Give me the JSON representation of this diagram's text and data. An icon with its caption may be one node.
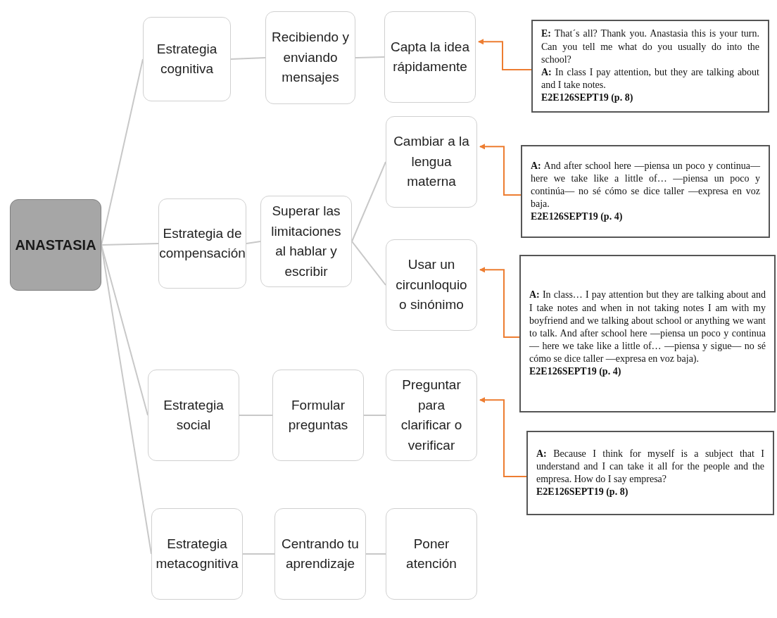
{
  "diagram": {
    "nodes": [
      {
        "text": [
          "ANASTASIA"
        ]
      },
      {
        "text": [
          "Estrategia cognitiva"
        ]
      },
      {
        "text": [
          "Recibiendo y enviando mensajes"
        ]
      },
      {
        "text": [
          "Capta la idea rápidamente"
        ]
      },
      {
        "text": [
          "Estrategia de compensación"
        ]
      },
      {
        "text": [
          "Superar las limitaciones al hablar y escribir"
        ]
      },
      {
        "text": [
          "Cambiar a la lengua materna"
        ]
      },
      {
        "text": [
          "Usar un circunloquio o sinónimo"
        ]
      },
      {
        "text": [
          "Estrategia social"
        ]
      },
      {
        "text": [
          "Formular preguntas"
        ]
      },
      {
        "text": [
          "Preguntar para clarificar o verificar"
        ]
      },
      {
        "text": [
          "Estrategia metacognitiva"
        ]
      },
      {
        "text": [
          "Centrando tu aprendizaje"
        ]
      },
      {
        "text": [
          "Poner atención"
        ]
      },
      {
        "text": [
          "**E:** That´s all? Thank you. Anastasia this is your turn. Can you tell me what do you usually do into the school?",
          "**A:** In class I pay attention, but they are talking about and I take notes.",
          "E2E126SEPT19 (p. 8)"
        ]
      },
      {
        "text": [
          "**A:** And after school here —piensa un poco y continua— here we take like a little of… —piensa un poco y continúa— no sé cómo se dice taller —expresa en voz baja.",
          "E2E126SEPT19 (p. 4)"
        ]
      },
      {
        "text": [
          "**A:** In class… I pay attention but they are talking about and I take notes and when in not taking notes I am with my boyfriend and we talking about school or anything we want to talk. And after school here —piensa un poco y continua— here we take like a little of… —piensa y sigue— no sé cómo se dice taller —expresa en voz baja).",
          "E2E126SEPT19 (p. 4)"
        ]
      },
      {
        "text": [
          "**A:** Because I think for myself is a subject that I understand and I can take it all for the people and the empresa. How do I say empresa?",
          "E2E126SEPT19 (p. 8)"
        ]
      }
    ],
    "edges": [
      {
        "from": 0,
        "to": 1,
        "arrow": "none"
      },
      {
        "from": 0,
        "to": 4,
        "arrow": "none"
      },
      {
        "from": 0,
        "to": 8,
        "arrow": "none"
      },
      {
        "from": 0,
        "to": 11,
        "arrow": "none"
      },
      {
        "from": 1,
        "to": 2,
        "arrow": "none"
      },
      {
        "from": 2,
        "to": 3,
        "arrow": "none"
      },
      {
        "from": 4,
        "to": 5,
        "arrow": "none"
      },
      {
        "from": 5,
        "to": 6,
        "arrow": "none"
      },
      {
        "from": 5,
        "to": 7,
        "arrow": "none"
      },
      {
        "from": 8,
        "to": 9,
        "arrow": "none"
      },
      {
        "from": 9,
        "to": 10,
        "arrow": "none"
      },
      {
        "from": 11,
        "to": 12,
        "arrow": "none"
      },
      {
        "from": 12,
        "to": 13,
        "arrow": "none"
      },
      {
        "from": 14,
        "to": 3,
        "arrow": "to",
        "color": "#ed7d31"
      },
      {
        "from": 15,
        "to": 6,
        "arrow": "to",
        "color": "#ed7d31"
      },
      {
        "from": 16,
        "to": 7,
        "arrow": "to",
        "color": "#ed7d31"
      },
      {
        "from": 17,
        "to": 10,
        "arrow": "to",
        "color": "#ed7d31"
      }
    ]
  }
}
